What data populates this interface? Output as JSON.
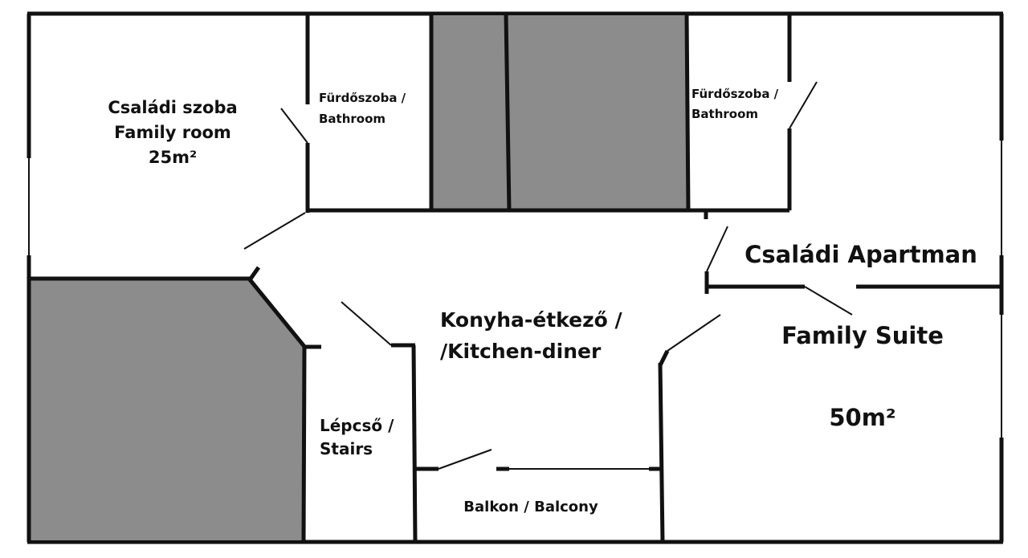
{
  "rooms": {
    "family_room": {
      "name_hu": "Családi szoba",
      "name_en": "Family room",
      "area": "25m²"
    },
    "bathroom_left": {
      "line1": "Fürdőszoba /",
      "line2": "Bathroom"
    },
    "bathroom_right": {
      "line1": "Fürdőszoba /",
      "line2": "Bathroom"
    },
    "family_suite": {
      "name_hu": "Családi Apartman",
      "name_en": "Family Suite",
      "area": "50m²"
    },
    "kitchen": {
      "line1": "Konyha-étkező /",
      "line2": "/Kitchen-diner"
    },
    "stairs": {
      "line1": "Lépcső /",
      "line2": "Stairs"
    },
    "balcony": {
      "label": "Balkon / Balcony"
    }
  },
  "colors": {
    "wall": "#111111",
    "fill_dark": "#8c8c8c",
    "background": "#ffffff"
  }
}
